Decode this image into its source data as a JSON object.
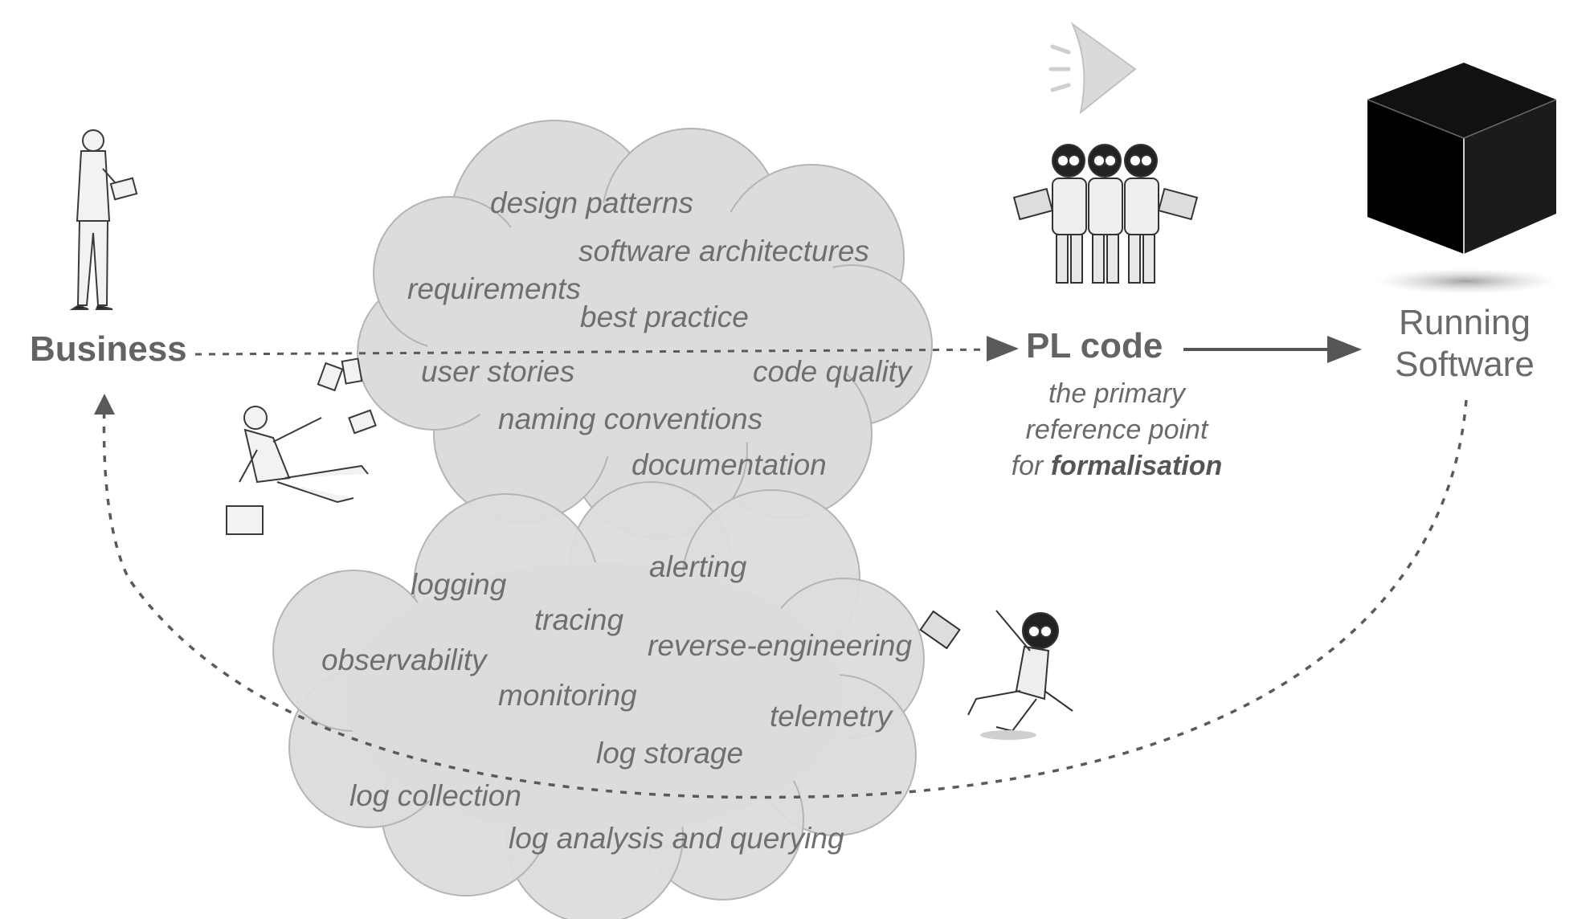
{
  "nodes": {
    "business": "Business",
    "pl_code": "PL code",
    "running_line1": "Running",
    "running_line2": "Software"
  },
  "pl_caption": {
    "line1": "the primary",
    "line2": "reference point",
    "line3_prefix": "for ",
    "line3_bold": "formalisation"
  },
  "upper_cloud_terms": [
    "design patterns",
    "software architectures",
    "requirements",
    "best practice",
    "user stories",
    "code quality",
    "naming conventions",
    "documentation"
  ],
  "lower_cloud_terms": [
    "alerting",
    "logging",
    "tracing",
    "reverse-engineering",
    "observability",
    "monitoring",
    "telemetry",
    "log storage",
    "log collection",
    "log analysis and querying"
  ],
  "icons": {
    "businessman": "businessman-icon",
    "falling_businessman": "falling-businessman-icon",
    "monkeys": "monkey-programmers-icon",
    "falling_monkey": "falling-monkey-icon",
    "cube": "black-box-cube-icon",
    "speaker": "announce-arrow-icon"
  },
  "colors": {
    "cloud_fill": "#dcdcdc",
    "cloud_stroke": "#b4b4b4",
    "text_grey": "#6f6f6f",
    "arrow": "#5a5a5a"
  }
}
